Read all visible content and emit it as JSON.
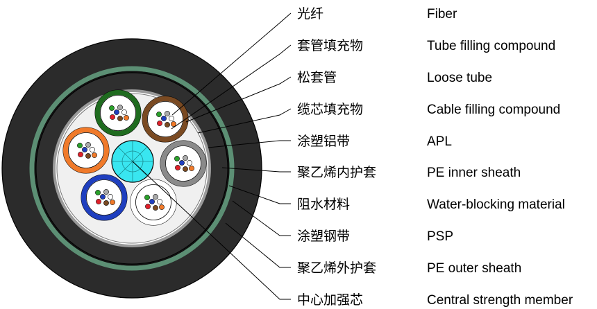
{
  "colors": {
    "outer_sheath": "#2b2b2b",
    "inner_sheath": "#2f2f2f",
    "steel_tape": "#5c8f74",
    "aluminium_tape": "#9a9a9a",
    "filling": "#f0f0f0",
    "strength_member": "#39e6f0",
    "tube_green": "#1f6b1f",
    "tube_brown": "#7a4a22",
    "tube_orange": "#f07a2a",
    "tube_gray": "#8a8a8a",
    "tube_blue": "#1f3fbf",
    "tube_white": "#ffffff"
  },
  "labels": [
    {
      "zh": "光纤",
      "en": "Fiber"
    },
    {
      "zh": "套管填充物",
      "en": "Tube filling compound"
    },
    {
      "zh": "松套管",
      "en": "Loose tube"
    },
    {
      "zh": "缆芯填充物",
      "en": "Cable filling compound"
    },
    {
      "zh": "涂塑铝带",
      "en": "APL"
    },
    {
      "zh": "聚乙烯内护套",
      "en": "PE inner sheath"
    },
    {
      "zh": "阻水材料",
      "en": "Water-blocking material"
    },
    {
      "zh": "涂塑钢带",
      "en": "PSP"
    },
    {
      "zh": "聚乙烯外护套",
      "en": "PE outer sheath"
    },
    {
      "zh": "中心加强芯",
      "en": "Central strength member"
    }
  ]
}
